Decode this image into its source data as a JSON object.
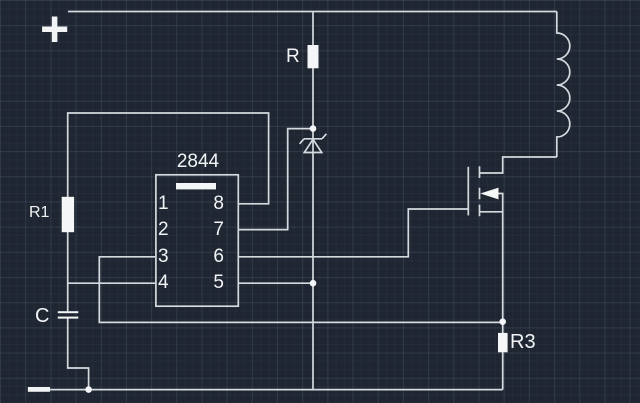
{
  "colors": {
    "bg": "#1f2632",
    "wire": "#d5dade",
    "fill": "#f5f6f7",
    "text": "#f2f3f5"
  },
  "schematic": {
    "ic": {
      "part": "2844",
      "pins_left": [
        "1",
        "2",
        "3",
        "4"
      ],
      "pins_right": [
        "8",
        "7",
        "6",
        "5"
      ]
    },
    "labels": {
      "plus": "+",
      "minus": "−",
      "r": "R",
      "r1": "R1",
      "c": "C",
      "r3": "R3"
    }
  }
}
